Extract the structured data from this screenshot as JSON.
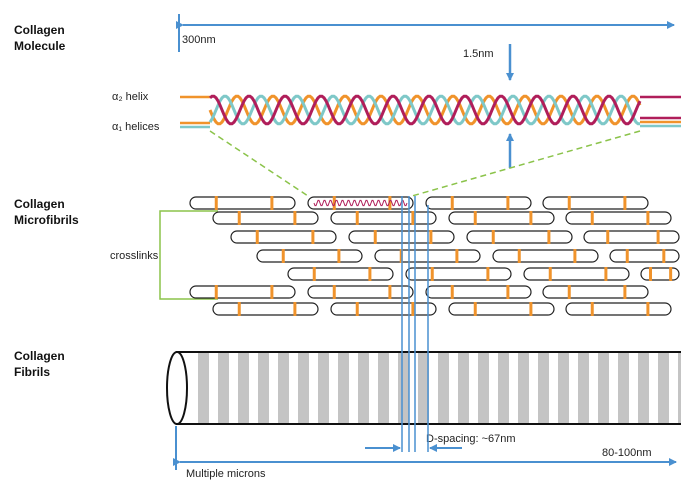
{
  "sections": {
    "molecule": "Collagen\nMolecule",
    "microfibrils": "Collagen\nMicrofibrils",
    "fibrils": "Collagen\nFibrils"
  },
  "labels": {
    "length_300": "300nm",
    "diameter_15": "1.5nm",
    "alpha2": "α₂ helix",
    "alpha1": "α₁ helices",
    "crosslinks": "crosslinks",
    "d_spacing": "D-spacing: ~67nm",
    "fibril_diameter": "80-100nm",
    "fibril_length": "Multiple microns"
  },
  "colors": {
    "arrow": "#4a90d0",
    "orange": "#f0932b",
    "magenta": "#b01e5a",
    "teal": "#7ec8c8",
    "green": "#8bc34a",
    "band": "#c4c4c4"
  }
}
